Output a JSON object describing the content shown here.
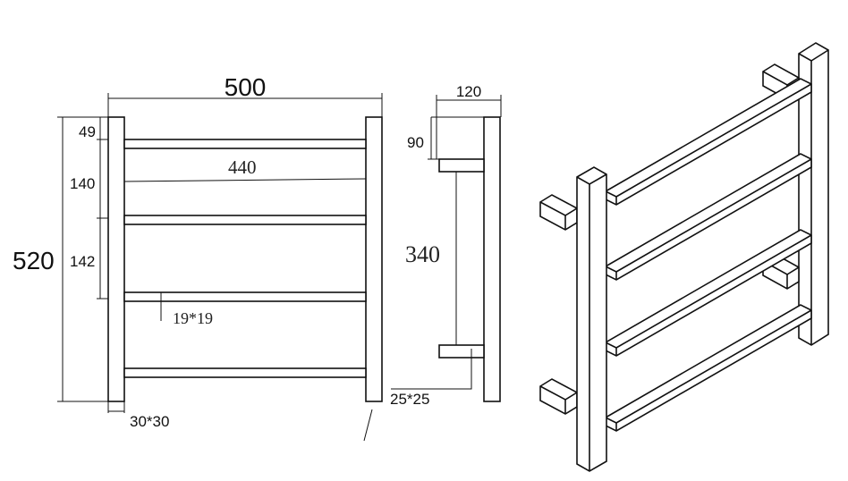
{
  "front": {
    "width_label": "500",
    "height_label": "520",
    "top_gap_label": "49",
    "spacing_upper_label": "140",
    "spacing_lower_label": "142",
    "bar_length_label": "440",
    "bar_section_label": "19*19",
    "post_section_label": "30*30"
  },
  "side": {
    "depth_label": "120",
    "arm_offset_label": "90",
    "bracket_span_label": "340",
    "bracket_section_label": "25*25"
  }
}
